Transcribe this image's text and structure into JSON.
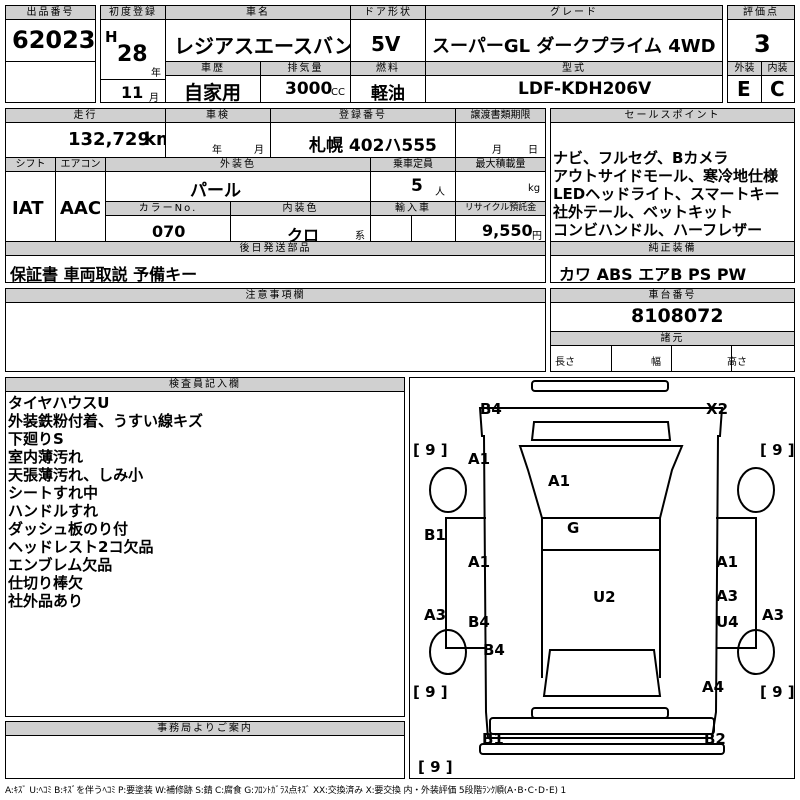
{
  "lot": {
    "label": "出品番号",
    "value": "62023"
  },
  "first_reg": {
    "label": "初度登録",
    "era": "H",
    "year": "28",
    "year_unit": "年",
    "month": "11",
    "month_unit": "月"
  },
  "car_name": {
    "label": "車名",
    "value": "レジアスエースバン"
  },
  "door": {
    "label": "ドア形状",
    "value": "5V"
  },
  "grade": {
    "label": "グレード",
    "value": "スーパーGL ダークプライム 4WD"
  },
  "score": {
    "label": "評価点",
    "value": "3",
    "ext_label": "外装",
    "int_label": "内装",
    "ext": "E",
    "int": "C"
  },
  "history": {
    "label": "車歴",
    "value": "自家用"
  },
  "displacement": {
    "label": "排気量",
    "value": "3000",
    "unit": "CC"
  },
  "fuel": {
    "label": "燃料",
    "value": "軽油"
  },
  "model_code": {
    "label": "型式",
    "value": "LDF-KDH206V"
  },
  "mileage": {
    "label": "走行",
    "value": "132,729",
    "unit": "km"
  },
  "inspection": {
    "label": "車検",
    "year_unit": "年",
    "month_unit": "月"
  },
  "plate": {
    "label": "登録番号",
    "value": "札幌 402ハ555"
  },
  "transfer": {
    "label": "譲渡書類期限",
    "month_unit": "月",
    "day_unit": "日"
  },
  "shift": {
    "label": "シフト",
    "value": "IAT"
  },
  "aircon": {
    "label": "エアコン",
    "value": "AAC"
  },
  "ext_color": {
    "label": "外装色",
    "value": "パール"
  },
  "capacity": {
    "label": "乗車定員",
    "value": "5",
    "unit": "人"
  },
  "max_load": {
    "label": "最大積載量",
    "unit": "kg"
  },
  "color_no": {
    "label": "カラーNo.",
    "value": "070"
  },
  "int_color": {
    "label": "内装色",
    "value": "クロ",
    "unit": "系"
  },
  "import": {
    "label": "輸入車"
  },
  "recycle": {
    "label": "リサイクル預託金",
    "value": "9,550",
    "unit": "円"
  },
  "sales_points": {
    "label": "セールスポイント",
    "lines": [
      "ナビ、フルセグ、Bカメラ",
      "アウトサイドモール、寒冷地仕様",
      "LEDヘッドライト、スマートキー",
      "社外テール、ベットキット",
      "コンビハンドル、ハーフレザー"
    ]
  },
  "later_parts": {
    "label": "後日発送部品",
    "value": "保証書 車両取説 予備キー"
  },
  "equipment": {
    "label": "純正装備",
    "value": "カワ ABS エアB PS PW"
  },
  "notes": {
    "label": "注意事項欄"
  },
  "chassis": {
    "label": "車台番号",
    "value": "8108072"
  },
  "dimensions": {
    "label": "諸元",
    "length": "長さ",
    "width": "幅",
    "height": "高さ"
  },
  "inspector": {
    "label": "検査員記入欄",
    "lines": [
      "タイヤハウスU",
      "外装鉄粉付着、うすい線キズ",
      "下廻りS",
      "室内薄汚れ",
      "天張薄汚れ、しみ小",
      "シートすれ中",
      "ハンドルすれ",
      "ダッシュ板のり付",
      "ヘッドレスト2コ欠品",
      "エンブレム欠品",
      "仕切り棒欠",
      "社外品あり"
    ]
  },
  "office": {
    "label": "事務局よりご案内"
  },
  "diagram": {
    "damage": [
      {
        "id": "b4-top",
        "text": "B4"
      },
      {
        "id": "x2",
        "text": "X2"
      },
      {
        "id": "a1-fl",
        "text": "A1"
      },
      {
        "id": "a1-hood",
        "text": "A1"
      },
      {
        "id": "g",
        "text": "G"
      },
      {
        "id": "b1-left",
        "text": "B1"
      },
      {
        "id": "a1-left",
        "text": "A1"
      },
      {
        "id": "a1-right",
        "text": "A1"
      },
      {
        "id": "u2",
        "text": "U2"
      },
      {
        "id": "a3-right-door",
        "text": "A3"
      },
      {
        "id": "a3-left",
        "text": "A3"
      },
      {
        "id": "b4-mid",
        "text": "B4"
      },
      {
        "id": "u4",
        "text": "U4"
      },
      {
        "id": "a3-right",
        "text": "A3"
      },
      {
        "id": "b4-lower",
        "text": "B4"
      },
      {
        "id": "a4",
        "text": "A4"
      },
      {
        "id": "b1-bottom",
        "text": "B1"
      },
      {
        "id": "b2",
        "text": "B2"
      }
    ],
    "tires": [
      {
        "id": "fl",
        "text": "9"
      },
      {
        "id": "fr",
        "text": "9"
      },
      {
        "id": "rl",
        "text": "9"
      },
      {
        "id": "rr",
        "text": "9"
      },
      {
        "id": "spare",
        "text": "9"
      }
    ]
  },
  "legend": "A:ｷｽﾞ U:ﾍｺﾐ B:ｷｽﾞを伴うﾍｺﾐ P:要塗装 W:補修跡 S:錆 C:腐食 G:ﾌﾛﾝﾄｶﾞﾗｽ点ｷｽﾞ XX:交換済み X:要交換 内・外装評価 5段階ﾗﾝｸ順(A･B･C･D･E) 1"
}
